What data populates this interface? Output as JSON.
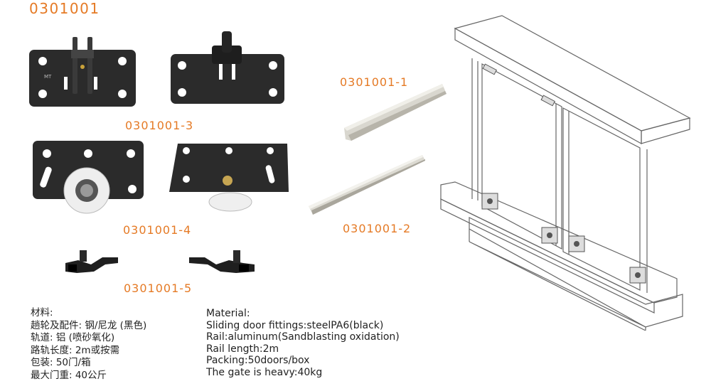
{
  "title_code": "0301001",
  "labels": {
    "bracket": "0301001-3",
    "roller": "0301001-4",
    "stopper": "0301001-5",
    "rail_1": "0301001-1",
    "rail_2": "0301001-2"
  },
  "spec_cn": [
    "材料:",
    "趟轮及配件: 钢/尼龙 (黑色)",
    "轨道: 铝 (喷砂氧化)",
    "路轨长度: 2m或按需",
    "包装: 50门/箱",
    "最大门重: 40公斤"
  ],
  "spec_en": [
    "Material:",
    "Sliding door fittings:steelPA6(black)",
    "Rail:aluminum(Sandblasting oxidation)",
    "Rail length:2m",
    "Packing:50doors/box",
    "The gate is heavy:40kg"
  ],
  "colors": {
    "accent": "#e57a25",
    "plate": "#2b2b2b",
    "rail": "#d9d7cf"
  }
}
